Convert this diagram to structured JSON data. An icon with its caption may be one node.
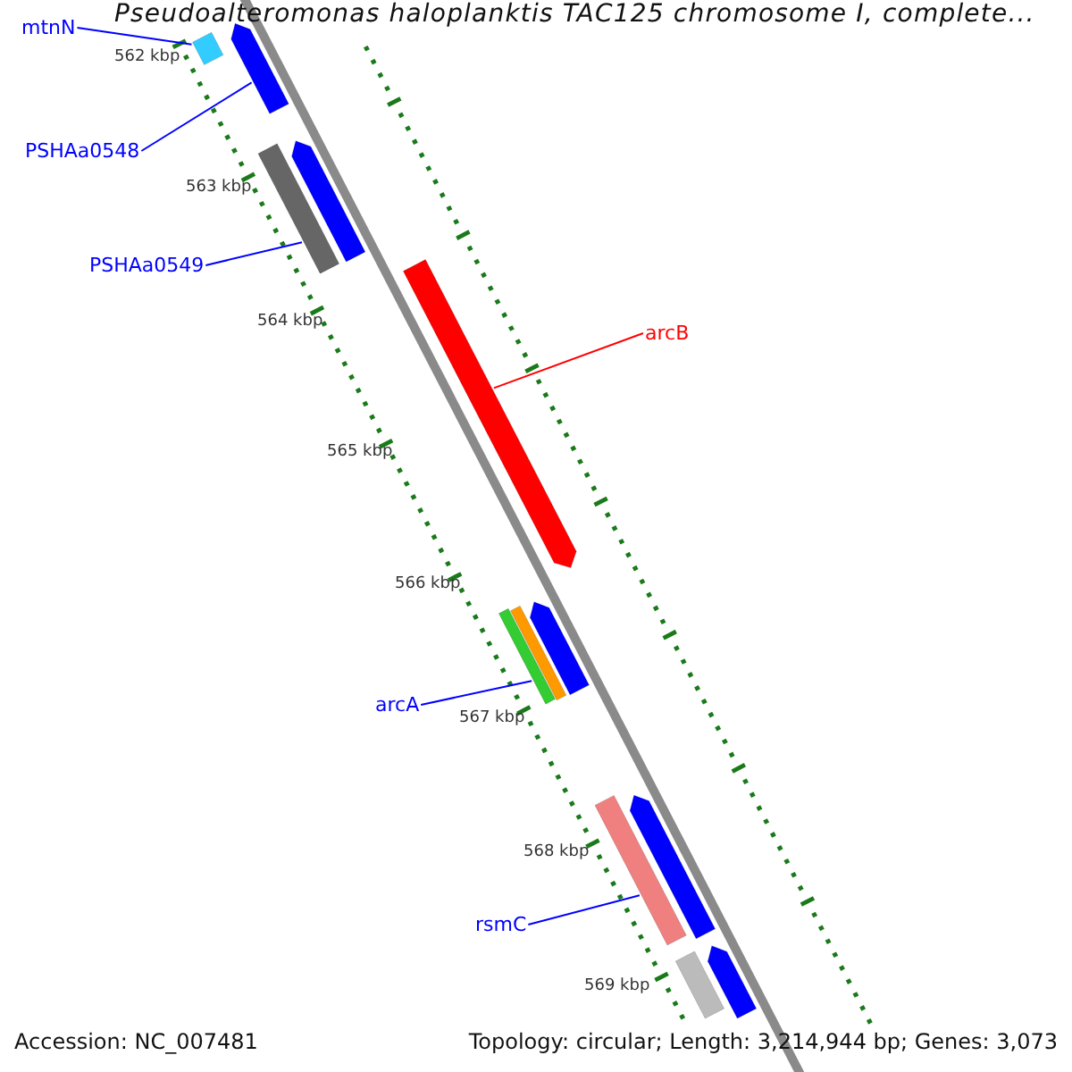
{
  "diagram": {
    "title": "Pseudoalteromonas haloplanktis TAC125 chromosome I, complete...",
    "nodes": [
      {
        "text": [
          "mtnN"
        ]
      },
      {
        "text": [],
        "shape": "bar"
      },
      {
        "text": [
          "PSHAa0548"
        ]
      },
      {
        "text": [],
        "shape": "bar"
      },
      {
        "text": [
          "PSHAa0549"
        ]
      },
      {
        "text": [],
        "shape": "bar"
      },
      {
        "text": [],
        "shape": "bar"
      },
      {
        "text": [
          "arcB"
        ]
      },
      {
        "text": [],
        "shape": "bar"
      },
      {
        "text": [],
        "shape": "bar"
      },
      {
        "text": [],
        "shape": "bar"
      },
      {
        "text": [
          "arcA"
        ]
      },
      {
        "text": [],
        "shape": "bar"
      },
      {
        "text": [],
        "shape": "bar"
      },
      {
        "text": [],
        "shape": "bar"
      },
      {
        "text": [
          "rsmC"
        ]
      },
      {
        "text": [],
        "shape": "bar"
      },
      {
        "text": [],
        "shape": "bar"
      }
    ],
    "edges": [
      {
        "from": 0,
        "to": 1,
        "arrow": "none"
      },
      {
        "from": 2,
        "to": 3,
        "arrow": "none"
      },
      {
        "from": 4,
        "to": 5,
        "arrow": "none"
      },
      {
        "from": 7,
        "to": 8,
        "arrow": "none",
        "color": "#ff0000"
      },
      {
        "from": 11,
        "to": 12,
        "arrow": "none"
      },
      {
        "from": 15,
        "to": 14,
        "arrow": "none"
      }
    ],
    "labels": [
      "562 kbp",
      "563 kbp",
      "564 kbp",
      "565 kbp",
      "566 kbp",
      "567 kbp",
      "568 kbp",
      "569 kbp",
      "Accession: NC_007481",
      "Topology: circular; Length: 3,214,944 bp; Genes: 3,073"
    ]
  }
}
